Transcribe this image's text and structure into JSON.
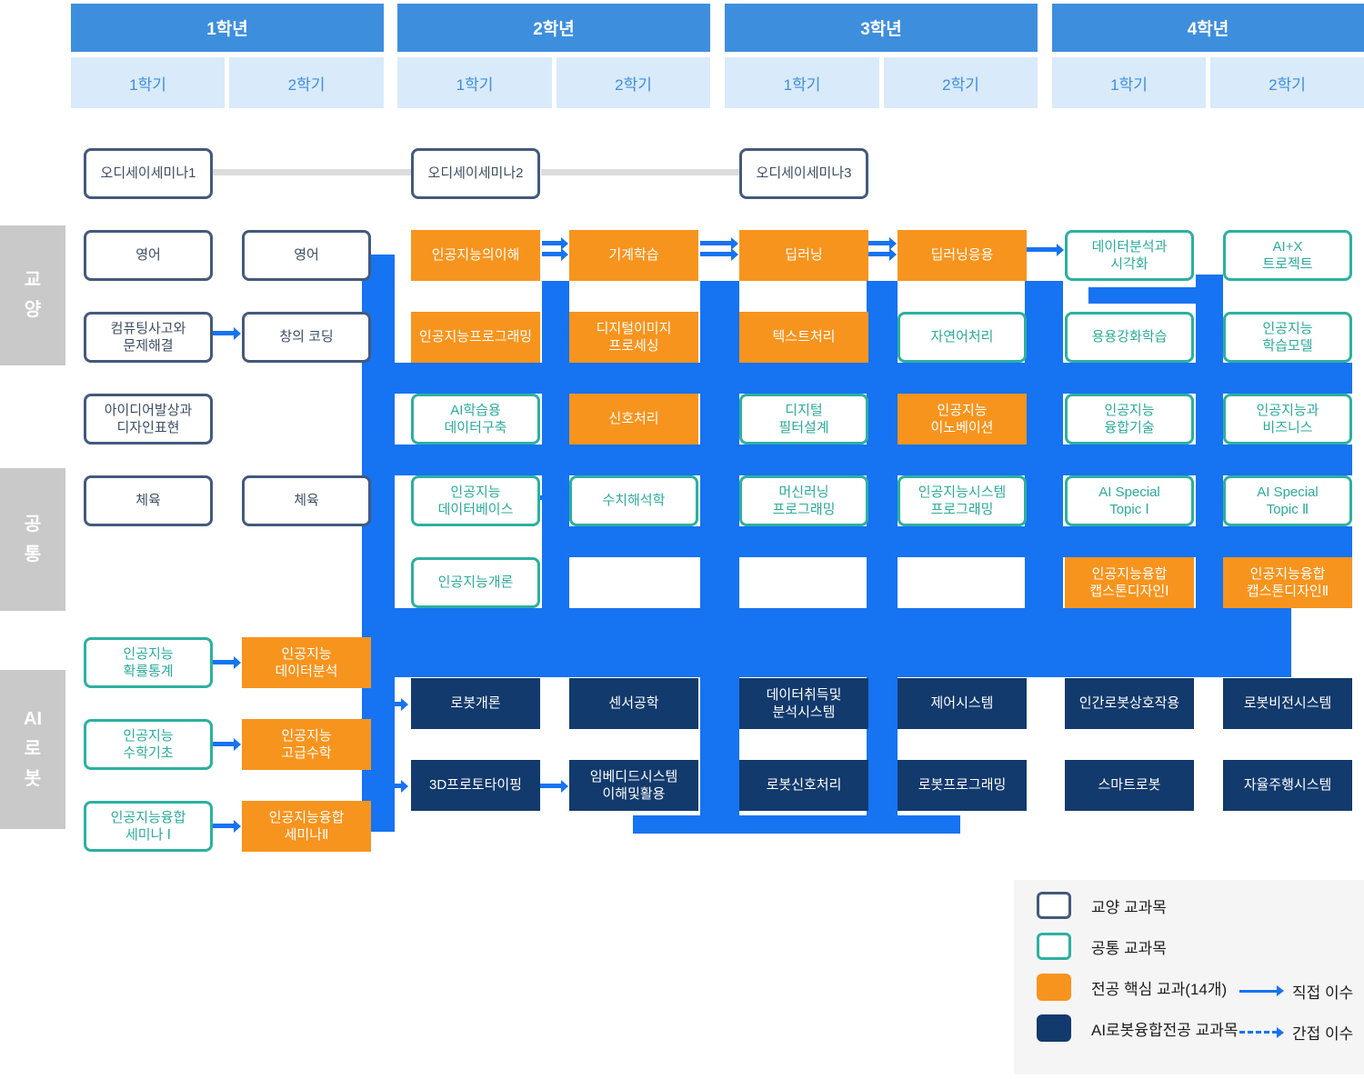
{
  "header": {
    "years": [
      {
        "label": "1학년",
        "semesters": [
          "1학기",
          "2학기"
        ]
      },
      {
        "label": "2학년",
        "semesters": [
          "1학기",
          "2학기"
        ]
      },
      {
        "label": "3학년",
        "semesters": [
          "1학기",
          "2학기"
        ]
      },
      {
        "label": "4학년",
        "semesters": [
          "1학기",
          "2학기"
        ]
      }
    ]
  },
  "sections": [
    {
      "id": "gyoyang",
      "lines": [
        "교",
        "양"
      ]
    },
    {
      "id": "gongtong",
      "lines": [
        "공",
        "통"
      ]
    },
    {
      "id": "airobot",
      "lines": [
        "AI",
        "로",
        "봇"
      ]
    }
  ],
  "courses": [
    {
      "lines": [
        "오디세이세미나1"
      ],
      "col": 1,
      "row": "od",
      "type": "gy"
    },
    {
      "lines": [
        "오디세이세미나2"
      ],
      "col": 3,
      "row": "od",
      "type": "gy"
    },
    {
      "lines": [
        "오디세이세미나3"
      ],
      "col": 5,
      "row": "od",
      "type": "gy"
    },
    {
      "lines": [
        "영어"
      ],
      "col": 1,
      "row": "a",
      "type": "gy"
    },
    {
      "lines": [
        "영어"
      ],
      "col": 2,
      "row": "a",
      "type": "gy"
    },
    {
      "lines": [
        "인공지능의이해"
      ],
      "col": 3,
      "row": "a",
      "type": "core"
    },
    {
      "lines": [
        "기계학습"
      ],
      "col": 4,
      "row": "a",
      "type": "core"
    },
    {
      "lines": [
        "딥러닝"
      ],
      "col": 5,
      "row": "a",
      "type": "core"
    },
    {
      "lines": [
        "딥러닝응용"
      ],
      "col": 6,
      "row": "a",
      "type": "core"
    },
    {
      "lines": [
        "데이터분석과",
        "시각화"
      ],
      "col": 7,
      "row": "a",
      "type": "common"
    },
    {
      "lines": [
        "AI+X",
        "트로젝트"
      ],
      "col": 8,
      "row": "a",
      "type": "common"
    },
    {
      "lines": [
        "컴퓨팅사고와",
        "문제해결"
      ],
      "col": 1,
      "row": "b",
      "type": "gy"
    },
    {
      "lines": [
        "창의 코딩"
      ],
      "col": 2,
      "row": "b",
      "type": "gy"
    },
    {
      "lines": [
        "인공지능프로그래밍"
      ],
      "col": 3,
      "row": "b",
      "type": "core"
    },
    {
      "lines": [
        "디지털이미지",
        "프로세싱"
      ],
      "col": 4,
      "row": "b",
      "type": "core"
    },
    {
      "lines": [
        "텍스트처리"
      ],
      "col": 5,
      "row": "b",
      "type": "core"
    },
    {
      "lines": [
        "자연어처리"
      ],
      "col": 6,
      "row": "b",
      "type": "common"
    },
    {
      "lines": [
        "용용강화학습"
      ],
      "col": 7,
      "row": "b",
      "type": "common"
    },
    {
      "lines": [
        "인공지능",
        "학습모델"
      ],
      "col": 8,
      "row": "b",
      "type": "common"
    },
    {
      "lines": [
        "아이디어발상과",
        "디자인표현"
      ],
      "col": 1,
      "row": "c",
      "type": "gy"
    },
    {
      "lines": [
        "AI학습용",
        "데이터구축"
      ],
      "col": 3,
      "row": "c",
      "type": "common"
    },
    {
      "lines": [
        "신호처리"
      ],
      "col": 4,
      "row": "c",
      "type": "core"
    },
    {
      "lines": [
        "디지털",
        "필터설계"
      ],
      "col": 5,
      "row": "c",
      "type": "common"
    },
    {
      "lines": [
        "인공지능",
        "이노베이션"
      ],
      "col": 6,
      "row": "c",
      "type": "core"
    },
    {
      "lines": [
        "인공지능",
        "융합기술"
      ],
      "col": 7,
      "row": "c",
      "type": "common"
    },
    {
      "lines": [
        "인공지능과",
        "비즈니스"
      ],
      "col": 8,
      "row": "c",
      "type": "common"
    },
    {
      "lines": [
        "체육"
      ],
      "col": 1,
      "row": "d",
      "type": "gy"
    },
    {
      "lines": [
        "체육"
      ],
      "col": 2,
      "row": "d",
      "type": "gy"
    },
    {
      "lines": [
        "인공지능",
        "데이터베이스"
      ],
      "col": 3,
      "row": "d",
      "type": "common"
    },
    {
      "lines": [
        "수치해석학"
      ],
      "col": 4,
      "row": "d",
      "type": "common"
    },
    {
      "lines": [
        "머신러닝",
        "프로그래밍"
      ],
      "col": 5,
      "row": "d",
      "type": "common"
    },
    {
      "lines": [
        "인공지능시스템",
        "프로그래밍"
      ],
      "col": 6,
      "row": "d",
      "type": "common"
    },
    {
      "lines": [
        "AI Special",
        "Topic Ⅰ"
      ],
      "col": 7,
      "row": "d",
      "type": "common"
    },
    {
      "lines": [
        "AI Special",
        "Topic Ⅱ"
      ],
      "col": 8,
      "row": "d",
      "type": "common"
    },
    {
      "lines": [
        "인공지능개론"
      ],
      "col": 3,
      "row": "e",
      "type": "common"
    },
    {
      "lines": [
        "인공지능융합",
        "캡스톤디자인Ⅰ"
      ],
      "col": 7,
      "row": "e",
      "type": "core"
    },
    {
      "lines": [
        "인공지능융합",
        "캡스톤디자인Ⅱ"
      ],
      "col": 8,
      "row": "e",
      "type": "core"
    },
    {
      "lines": [
        "인공지능",
        "확률통계"
      ],
      "col": 1,
      "row": "f",
      "type": "common"
    },
    {
      "lines": [
        "인공지능",
        "데이터분석"
      ],
      "col": 2,
      "row": "f",
      "type": "core"
    },
    {
      "lines": [
        "로봇개론"
      ],
      "col": 3,
      "row": "g",
      "type": "robot"
    },
    {
      "lines": [
        "센서공학"
      ],
      "col": 4,
      "row": "g",
      "type": "robot"
    },
    {
      "lines": [
        "데이터취득및",
        "분석시스템"
      ],
      "col": 5,
      "row": "g",
      "type": "robot"
    },
    {
      "lines": [
        "제어시스템"
      ],
      "col": 6,
      "row": "g",
      "type": "robot"
    },
    {
      "lines": [
        "인간로봇상호작용"
      ],
      "col": 7,
      "row": "g",
      "type": "robot"
    },
    {
      "lines": [
        "로봇비전시스템"
      ],
      "col": 8,
      "row": "g",
      "type": "robot"
    },
    {
      "lines": [
        "인공지능",
        "수학기초"
      ],
      "col": 1,
      "row": "h",
      "type": "common"
    },
    {
      "lines": [
        "인공지능",
        "고급수학"
      ],
      "col": 2,
      "row": "h",
      "type": "core"
    },
    {
      "lines": [
        "3D프로토타이핑"
      ],
      "col": 3,
      "row": "i",
      "type": "robot"
    },
    {
      "lines": [
        "임베디드시스템",
        "이해및활용"
      ],
      "col": 4,
      "row": "i",
      "type": "robot"
    },
    {
      "lines": [
        "로봇신호처리"
      ],
      "col": 5,
      "row": "i",
      "type": "robot"
    },
    {
      "lines": [
        "로봇프로그래밍"
      ],
      "col": 6,
      "row": "i",
      "type": "robot"
    },
    {
      "lines": [
        "스마트로봇"
      ],
      "col": 7,
      "row": "i",
      "type": "robot"
    },
    {
      "lines": [
        "자율주행시스템"
      ],
      "col": 8,
      "row": "i",
      "type": "robot"
    },
    {
      "lines": [
        "인공지능융합",
        "세미나 Ⅰ"
      ],
      "col": 1,
      "row": "j",
      "type": "common"
    },
    {
      "lines": [
        "인공지능융합",
        "세미나Ⅱ"
      ],
      "col": 2,
      "row": "j",
      "type": "core"
    }
  ],
  "legend": {
    "items": [
      {
        "type": "gy",
        "label": "교양 교과목"
      },
      {
        "type": "common",
        "label": "공통 교과목"
      },
      {
        "type": "core",
        "label": "전공 핵심 교과(14개)"
      },
      {
        "type": "robot",
        "label": "AI로봇융합전공 교과목"
      }
    ],
    "arrows": [
      {
        "style": "solid",
        "label": "직접 이수"
      },
      {
        "style": "dashed",
        "label": "간접 이수"
      }
    ]
  },
  "colors": {
    "accent_blue": "#3e8ede",
    "semester_bg": "#d9eafb",
    "core_orange": "#f7941e",
    "robot_navy": "#123a6d",
    "connector_blue": "#1673f1",
    "gy_border": "#44597c",
    "common_border": "#2cb0a0",
    "side_label_bg": "#c9c9c9",
    "odyssey_line_gray": "#dcdcdc"
  }
}
